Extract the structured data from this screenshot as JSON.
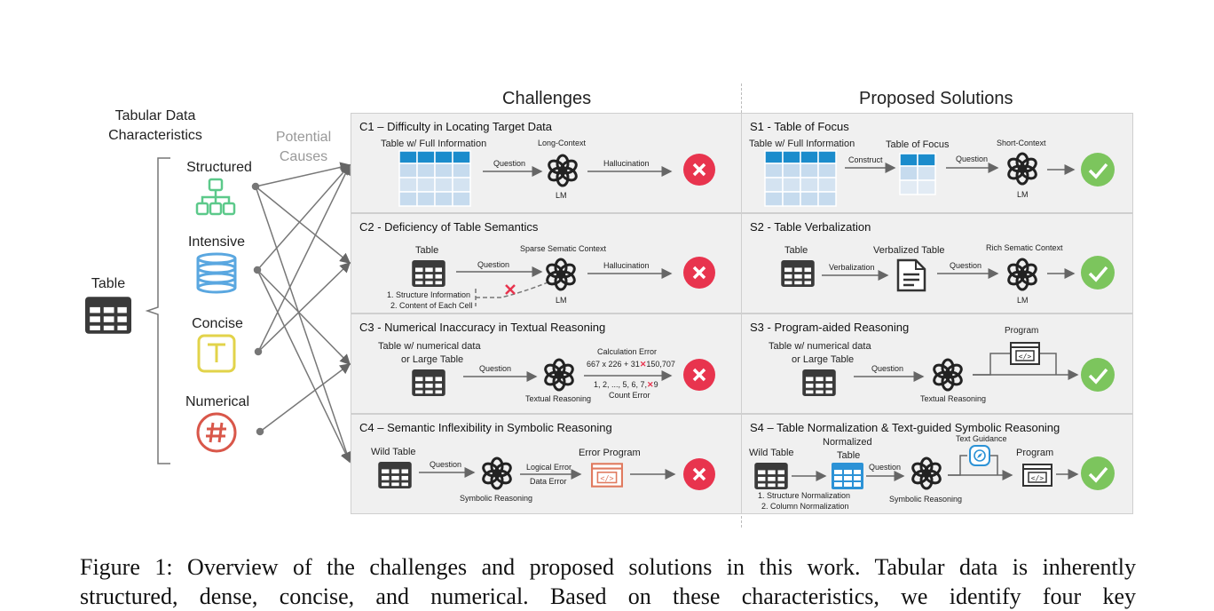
{
  "headers": {
    "challenges": "Challenges",
    "solutions": "Proposed Solutions",
    "characteristics_line1": "Tabular Data",
    "characteristics_line2": "Characteristics",
    "causes_line1": "Potential",
    "causes_line2": "Causes"
  },
  "table_label": "Table",
  "characteristics": [
    {
      "label": "Structured",
      "icon": "hierarchy-icon",
      "color": "#5cc98a"
    },
    {
      "label": "Intensive",
      "icon": "database-icon",
      "color": "#5aa7e0"
    },
    {
      "label": "Concise",
      "icon": "text-box-icon",
      "color": "#e2d34a"
    },
    {
      "label": "Numerical",
      "icon": "hash-icon",
      "color": "#d9574a"
    }
  ],
  "challenges": {
    "c1": {
      "title": "C1 – Difficulty in Locating Target Data",
      "table": "Table w/ Full Information",
      "question": "Question",
      "context": "Long-Context",
      "lm": "LM",
      "result": "Hallucination"
    },
    "c2": {
      "title": "C2 - Deficiency of Table Semantics",
      "table": "Table",
      "question": "Question",
      "context": "Sparse Sematic Context",
      "lm": "LM",
      "result": "Hallucination",
      "note1": "1. Structure Information",
      "note2": "2. Content of Each Cell"
    },
    "c3": {
      "title": "C3 - Numerical Inaccuracy in Textual Reasoning",
      "table1": "Table w/ numerical data",
      "table2": "or Large Table",
      "question": "Question",
      "reasoning": "Textual Reasoning",
      "calc_title": "Calculation Error",
      "calc_expr": "667 x 226 + 31",
      "calc_result": "150,707",
      "count_expr": "1, 2, ..., 5, 6, 7,",
      "count_result": "9",
      "count_title": "Count Error"
    },
    "c4": {
      "title": "C4 – Semantic Inflexibility in Symbolic Reasoning",
      "table": "Wild Table",
      "question": "Question",
      "reasoning": "Symbolic Reasoning",
      "err1": "Logical Error",
      "err2": "Data Error",
      "program": "Error Program"
    }
  },
  "solutions": {
    "s1": {
      "title": "S1 - Table of Focus",
      "table": "Table w/ Full Information",
      "focus": "Table of Focus",
      "construct": "Construct",
      "question": "Question",
      "context": "Short-Context",
      "lm": "LM"
    },
    "s2": {
      "title": "S2 - Table Verbalization",
      "table": "Table",
      "verbalized": "Verbalized Table",
      "verbalization": "Verbalization",
      "question": "Question",
      "context": "Rich Sematic Context",
      "lm": "LM"
    },
    "s3": {
      "title": "S3 - Program-aided Reasoning",
      "table1": "Table w/ numerical data",
      "table2": "or Large Table",
      "question": "Question",
      "reasoning": "Textual Reasoning",
      "program": "Program"
    },
    "s4": {
      "title": "S4 – Table Normalization & Text-guided Symbolic Reasoning",
      "table": "Wild Table",
      "normalized1": "Normalized",
      "normalized2": "Table",
      "question": "Question",
      "guidance": "Text Guidance",
      "program": "Program",
      "reasoning": "Symbolic Reasoning",
      "note1": "1. Structure Normalization",
      "note2": "2. Column Normalization"
    }
  },
  "caption": {
    "line1": "Figure 1: Overview of the challenges and proposed solutions in this work. Tabular data is inherently",
    "line2": "structured, dense, concise, and numerical.  Based on these characteristics, we identify four key"
  }
}
